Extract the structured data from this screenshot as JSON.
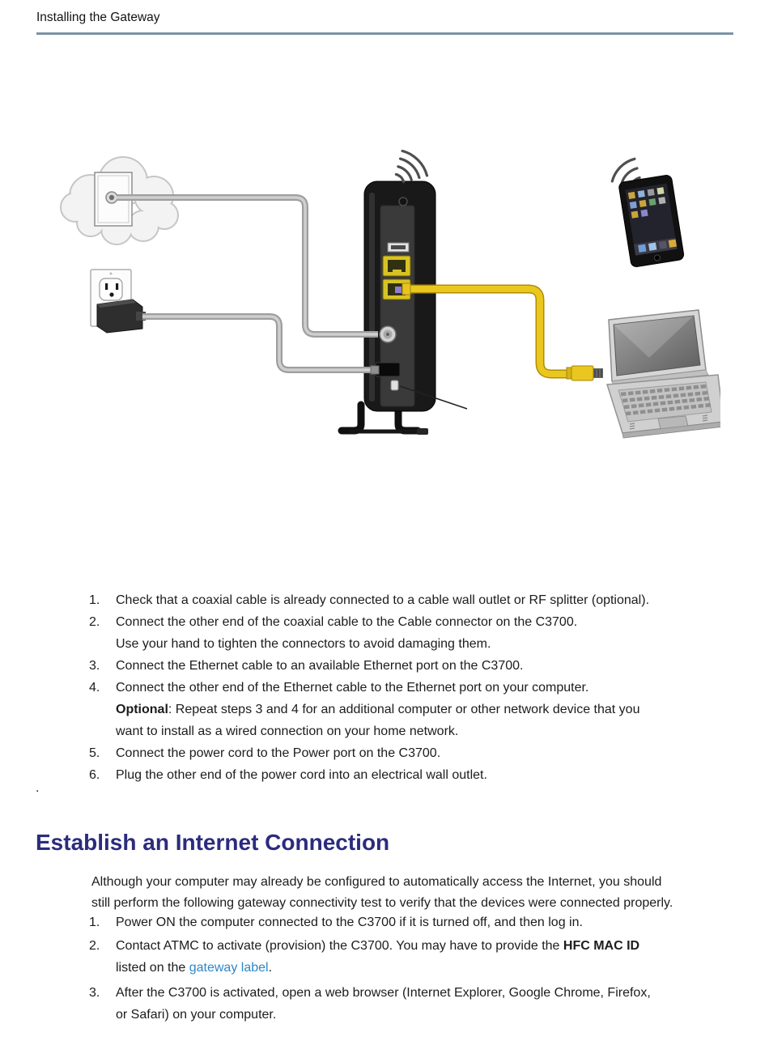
{
  "header": {
    "title": "Installing the Gateway"
  },
  "colors": {
    "rule_color": "#7b94a6",
    "heading_navy": "#2b2b7e",
    "link_blue": "#2e86c8",
    "cable_yellow": "#e9c71e",
    "cable_gray": "#a9a9a9",
    "device_black": "#191919",
    "body_text": "#1c1c1c"
  },
  "diagram": {
    "description": "Installation diagram: coaxial cable from cable wall outlet in internet cloud and power cord from electrical outlet connect to the C3700 gateway; yellow Ethernet cable connects gateway to laptop; tablet connects over Wi-Fi",
    "parts": [
      "internet-cloud",
      "cable-wall-outlet",
      "coaxial-cable",
      "electrical-wall-outlet",
      "power-adapter",
      "power-cord",
      "gateway-c3700",
      "usb-port",
      "ethernet-ports",
      "coax-connector",
      "power-port",
      "power-switch",
      "wifi-signal-gateway",
      "wifi-signal-tablet",
      "tablet",
      "ethernet-cable",
      "laptop",
      "callout-line"
    ]
  },
  "install_steps": [
    {
      "num": "1.",
      "lines": [
        "Check that a coaxial cable is already connected to a cable wall outlet or RF splitter (optional)."
      ]
    },
    {
      "num": "2.",
      "lines": [
        "Connect the other end of the coaxial cable to the Cable connector on the C3700."
      ],
      "note_lines": [
        "Use your hand to tighten the connectors to avoid damaging them."
      ]
    },
    {
      "num": "3.",
      "lines": [
        "Connect the Ethernet cable to an available Ethernet port on the C3700."
      ]
    },
    {
      "num": "4.",
      "lines": [
        "Connect the other end of the Ethernet cable to the Ethernet port on your computer."
      ],
      "note_bold": "Optional",
      "note_rest": ": Repeat steps 3 and 4 for an additional computer or other network device that you",
      "note_line2": "want to install as a wired connection on your home network."
    },
    {
      "num": "5.",
      "lines": [
        "Connect the power cord to the Power port on the C3700."
      ]
    },
    {
      "num": "6.",
      "lines": [
        "Plug the other end of the power cord into an electrical wall outlet."
      ]
    }
  ],
  "orphan_period": ".",
  "section": {
    "heading": "Establish an Internet Connection"
  },
  "intro": {
    "line1": "Although your computer may already be configured to automatically access the Internet, you should",
    "line2": "still perform the following gateway connectivity test to verify that the devices were connected properly."
  },
  "connection_steps": [
    {
      "num": "1.",
      "line1": "Power ON the computer connected to the C3700 if it is turned off, and then log in."
    },
    {
      "num": "2.",
      "line1_before": "Contact ATMC to activate (provision) the C3700. You may have to provide the ",
      "line1_bold": "HFC MAC ID",
      "line2_before": "listed on the ",
      "link_text": "gateway label",
      "line2_after": "."
    },
    {
      "num": "3.",
      "line1": "After the C3700 is activated, open a web browser (Internet Explorer, Google Chrome, Firefox,",
      "line2": "or Safari) on your computer."
    }
  ]
}
